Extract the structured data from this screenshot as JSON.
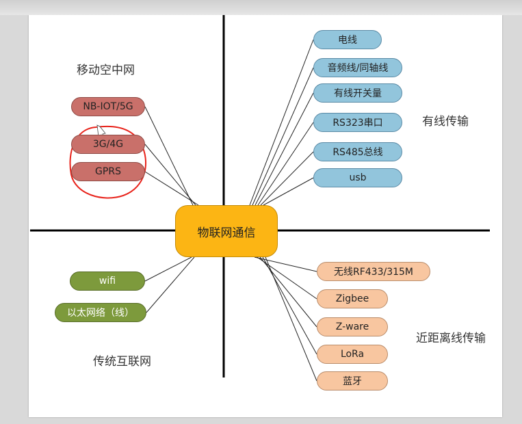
{
  "diagram": {
    "center": "物联网通信",
    "quadrants": {
      "top_left": {
        "label": "移动空中网",
        "items": [
          "NB-IOT/5G",
          "3G/4G",
          "GPRS"
        ]
      },
      "top_right": {
        "label": "有线传输",
        "items": [
          "电线",
          "音频线/同轴线",
          "有线开关量",
          "RS323串口",
          "RS485总线",
          "usb"
        ]
      },
      "bottom_left": {
        "label": "传统互联网",
        "items": [
          "wifi",
          "以太网络（线）"
        ]
      },
      "bottom_right": {
        "label": "近距离线传输",
        "items": [
          "无线RF433/315M",
          "Zigbee",
          "Z-ware",
          "LoRa",
          "蓝牙"
        ]
      }
    },
    "colors": {
      "center": "#fcb514",
      "mobile": "#c9706a",
      "wired": "#92c5dc",
      "internet": "#7d9a3c",
      "short_range": "#f8c6a0",
      "annotation": "#e8231b"
    }
  }
}
